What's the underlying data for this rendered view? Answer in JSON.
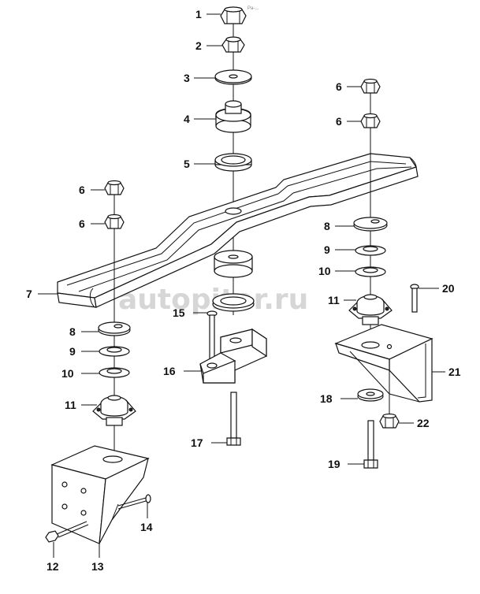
{
  "watermark": "autopiter.ru",
  "corner_mark": "Pa-...",
  "callouts": [
    {
      "id": "c1",
      "label": "1"
    },
    {
      "id": "c2",
      "label": "2"
    },
    {
      "id": "c3",
      "label": "3"
    },
    {
      "id": "c4",
      "label": "4"
    },
    {
      "id": "c5",
      "label": "5"
    },
    {
      "id": "c6a",
      "label": "6"
    },
    {
      "id": "c6b",
      "label": "6"
    },
    {
      "id": "c6c",
      "label": "6"
    },
    {
      "id": "c6d",
      "label": "6"
    },
    {
      "id": "c7",
      "label": "7"
    },
    {
      "id": "c8a",
      "label": "8"
    },
    {
      "id": "c8b",
      "label": "8"
    },
    {
      "id": "c9a",
      "label": "9"
    },
    {
      "id": "c9b",
      "label": "9"
    },
    {
      "id": "c10a",
      "label": "10"
    },
    {
      "id": "c10b",
      "label": "10"
    },
    {
      "id": "c11a",
      "label": "11"
    },
    {
      "id": "c11b",
      "label": "11"
    },
    {
      "id": "c12",
      "label": "12"
    },
    {
      "id": "c13",
      "label": "13"
    },
    {
      "id": "c14",
      "label": "14"
    },
    {
      "id": "c15",
      "label": "15"
    },
    {
      "id": "c16",
      "label": "16"
    },
    {
      "id": "c17",
      "label": "17"
    },
    {
      "id": "c18",
      "label": "18"
    },
    {
      "id": "c19",
      "label": "19"
    },
    {
      "id": "c20",
      "label": "20"
    },
    {
      "id": "c21",
      "label": "21"
    },
    {
      "id": "c22",
      "label": "22"
    }
  ]
}
